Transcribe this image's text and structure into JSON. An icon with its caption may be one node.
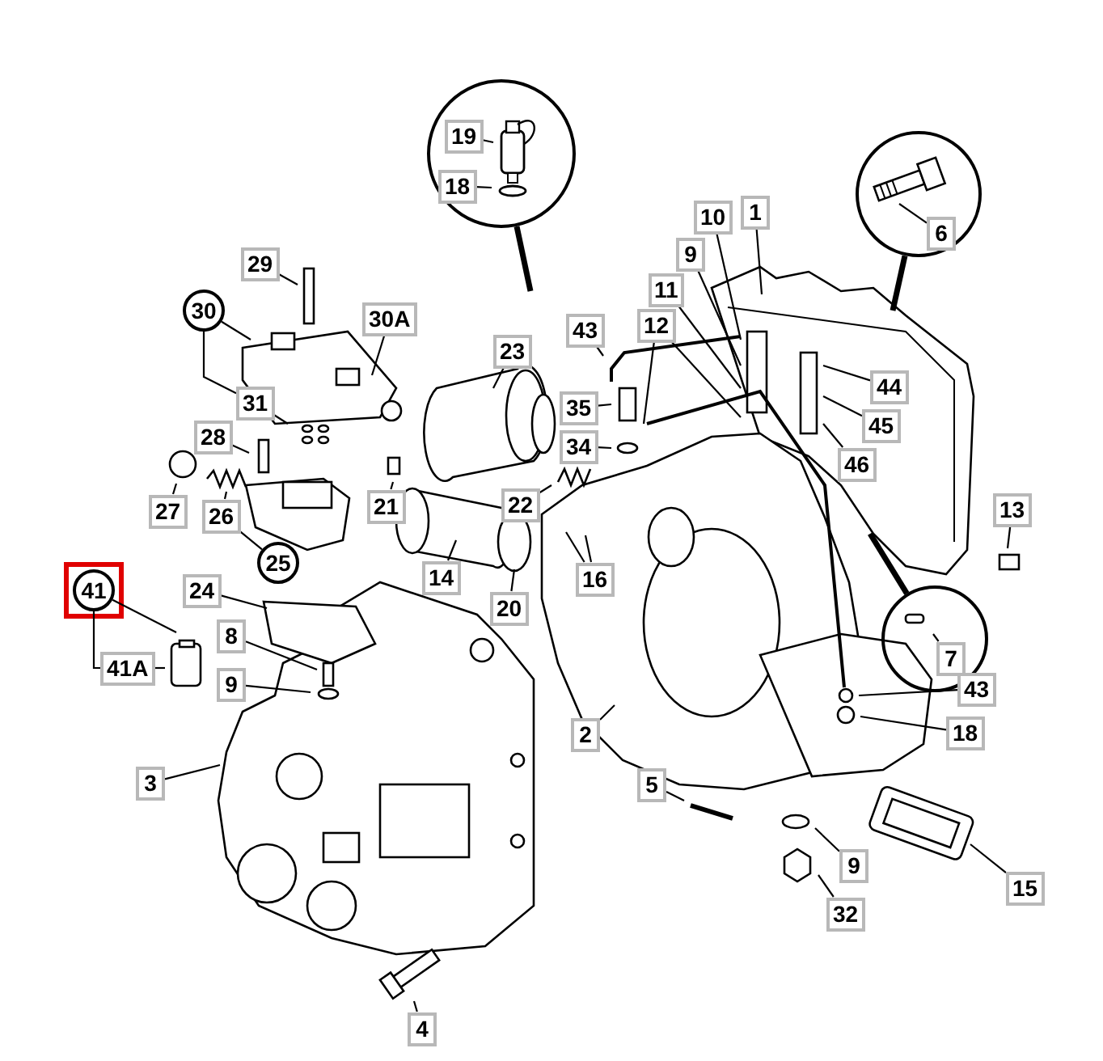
{
  "diagram": {
    "nodes": [
      {
        "text": [],
        "shape": "circle"
      },
      {
        "text": [
          "19"
        ],
        "in": 0
      },
      {
        "text": [
          "18"
        ],
        "in": 0
      },
      {
        "text": [],
        "shape": "circle"
      },
      {
        "text": [
          "6"
        ],
        "in": 3
      },
      {
        "text": [
          "29"
        ]
      },
      {
        "text": [
          "30"
        ]
      },
      {
        "text": [
          "30A"
        ]
      },
      {
        "text": [
          "23"
        ]
      },
      {
        "text": [
          "43"
        ]
      },
      {
        "text": [
          "10"
        ]
      },
      {
        "text": [
          "1"
        ]
      },
      {
        "text": [
          "9"
        ]
      },
      {
        "text": [
          "11"
        ]
      },
      {
        "text": [
          "12"
        ]
      },
      {
        "text": [
          "44"
        ]
      },
      {
        "text": [
          "45"
        ]
      },
      {
        "text": [
          "46"
        ]
      },
      {
        "text": [
          "35"
        ]
      },
      {
        "text": [
          "34"
        ]
      },
      {
        "text": [
          "31"
        ]
      },
      {
        "text": [
          "28"
        ]
      },
      {
        "text": [
          "27"
        ]
      },
      {
        "text": [
          "26"
        ]
      },
      {
        "text": [
          "21"
        ]
      },
      {
        "text": [
          "22"
        ]
      },
      {
        "text": [
          "25"
        ]
      },
      {
        "text": [
          "13"
        ]
      },
      {
        "text": [
          "16"
        ]
      },
      {
        "text": [
          "14"
        ]
      },
      {
        "text": [
          "20"
        ]
      },
      {
        "text": [
          "41"
        ]
      },
      {
        "text": [
          "24"
        ]
      },
      {
        "text": [
          "8"
        ]
      },
      {
        "text": [
          "41A"
        ]
      },
      {
        "text": [
          "9"
        ]
      },
      {
        "text": [],
        "shape": "circle"
      },
      {
        "text": [
          "7"
        ],
        "in": 36
      },
      {
        "text": [
          "43"
        ]
      },
      {
        "text": [
          "18"
        ]
      },
      {
        "text": [
          "2"
        ]
      },
      {
        "text": [
          "3"
        ]
      },
      {
        "text": [
          "5"
        ]
      },
      {
        "text": [
          "9"
        ]
      },
      {
        "text": [
          "15"
        ]
      },
      {
        "text": [
          "32"
        ]
      },
      {
        "text": [
          "4"
        ]
      }
    ],
    "edges": [
      {
        "from": 0,
        "to": null,
        "arrow": "none",
        "style": "thick"
      },
      {
        "from": 1,
        "to": null,
        "arrow": "none"
      },
      {
        "from": 2,
        "to": null,
        "arrow": "none"
      },
      {
        "from": 3,
        "to": null,
        "arrow": "none",
        "style": "thick"
      },
      {
        "from": 4,
        "to": null,
        "arrow": "none"
      },
      {
        "from": 5,
        "to": null,
        "arrow": "none"
      },
      {
        "from": 6,
        "to": null,
        "arrow": "none"
      },
      {
        "from": 6,
        "to": 20,
        "arrow": "none"
      },
      {
        "from": 7,
        "to": null,
        "arrow": "none"
      },
      {
        "from": 8,
        "to": null,
        "arrow": "none"
      },
      {
        "from": 9,
        "to": null,
        "arrow": "none"
      },
      {
        "from": 10,
        "to": null,
        "arrow": "none"
      },
      {
        "from": 11,
        "to": null,
        "arrow": "none"
      },
      {
        "from": 12,
        "to": null,
        "arrow": "none"
      },
      {
        "from": 13,
        "to": null,
        "arrow": "none"
      },
      {
        "from": 14,
        "to": null,
        "arrow": "none"
      },
      {
        "from": 14,
        "to": null,
        "arrow": "none"
      },
      {
        "from": 15,
        "to": null,
        "arrow": "none"
      },
      {
        "from": 16,
        "to": null,
        "arrow": "none"
      },
      {
        "from": 17,
        "to": null,
        "arrow": "none"
      },
      {
        "from": 18,
        "to": null,
        "arrow": "none"
      },
      {
        "from": 19,
        "to": null,
        "arrow": "none"
      },
      {
        "from": 20,
        "to": null,
        "arrow": "none"
      },
      {
        "from": 21,
        "to": null,
        "arrow": "none"
      },
      {
        "from": 22,
        "to": null,
        "arrow": "none"
      },
      {
        "from": 23,
        "to": null,
        "arrow": "none"
      },
      {
        "from": 24,
        "to": null,
        "arrow": "none"
      },
      {
        "from": 25,
        "to": null,
        "arrow": "none"
      },
      {
        "from": 26,
        "to": 23,
        "arrow": "none"
      },
      {
        "from": 27,
        "to": null,
        "arrow": "none"
      },
      {
        "from": 28,
        "to": null,
        "arrow": "none"
      },
      {
        "from": 28,
        "to": null,
        "arrow": "none"
      },
      {
        "from": 29,
        "to": null,
        "arrow": "none"
      },
      {
        "from": 30,
        "to": null,
        "arrow": "none"
      },
      {
        "from": 31,
        "to": 34,
        "arrow": "none"
      },
      {
        "from": 31,
        "to": null,
        "arrow": "none"
      },
      {
        "from": 34,
        "to": null,
        "arrow": "none"
      },
      {
        "from": 32,
        "to": null,
        "arrow": "none"
      },
      {
        "from": 33,
        "to": null,
        "arrow": "none"
      },
      {
        "from": 35,
        "to": null,
        "arrow": "none"
      },
      {
        "from": 36,
        "to": null,
        "arrow": "none",
        "style": "thick"
      },
      {
        "from": 37,
        "to": null,
        "arrow": "none"
      },
      {
        "from": 38,
        "to": null,
        "arrow": "none"
      },
      {
        "from": 39,
        "to": null,
        "arrow": "none"
      },
      {
        "from": 40,
        "to": null,
        "arrow": "none"
      },
      {
        "from": 41,
        "to": null,
        "arrow": "none"
      },
      {
        "from": 42,
        "to": null,
        "arrow": "none"
      },
      {
        "from": 43,
        "to": null,
        "arrow": "none"
      },
      {
        "from": 44,
        "to": null,
        "arrow": "none"
      },
      {
        "from": 45,
        "to": null,
        "arrow": "none"
      },
      {
        "from": 46,
        "to": null,
        "arrow": "none"
      }
    ]
  }
}
